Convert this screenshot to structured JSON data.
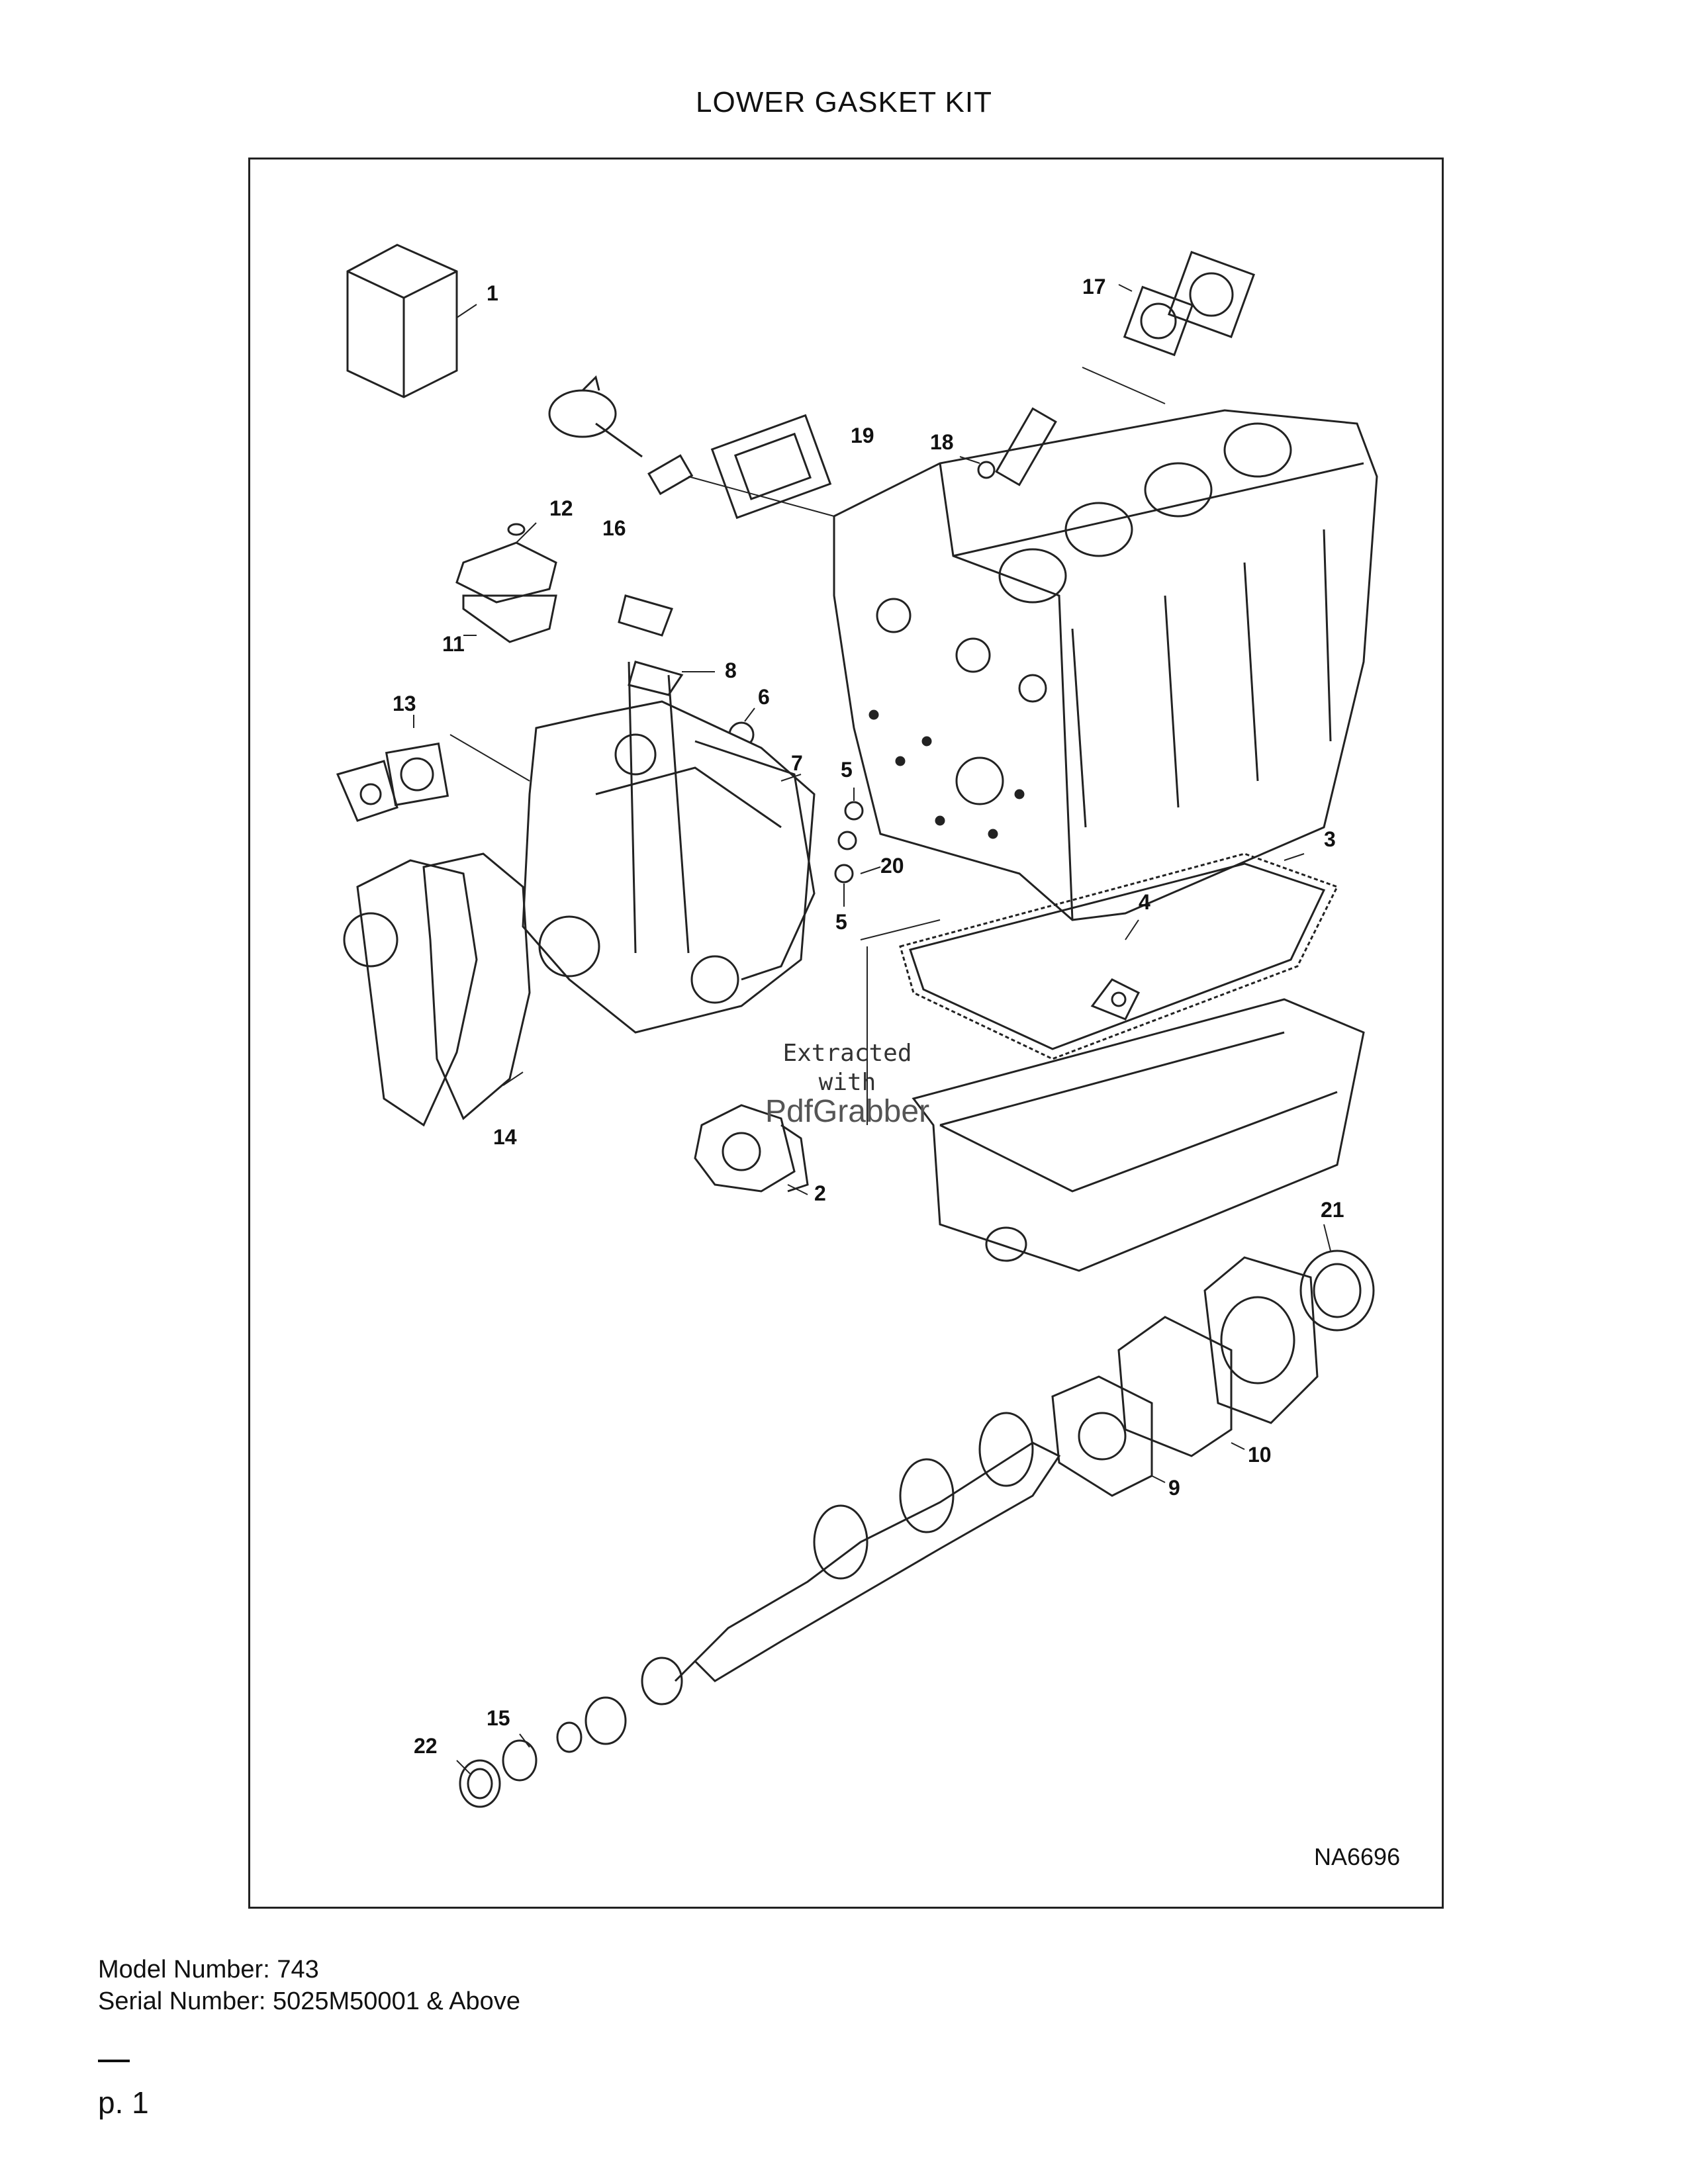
{
  "title": "LOWER GASKET KIT",
  "figure_code": "NA6696",
  "watermark": {
    "line1": "Extracted",
    "line2": "with",
    "brand": "PdfGrabber"
  },
  "callouts": [
    "1",
    "2",
    "3",
    "4",
    "5",
    "5",
    "6",
    "7",
    "8",
    "9",
    "10",
    "11",
    "12",
    "13",
    "14",
    "15",
    "16",
    "17",
    "18",
    "19",
    "20",
    "21",
    "22"
  ],
  "footer": {
    "model": "Model Number: 743",
    "serial": "Serial Number: 5025M50001 & Above"
  },
  "page_number": "p. 1"
}
